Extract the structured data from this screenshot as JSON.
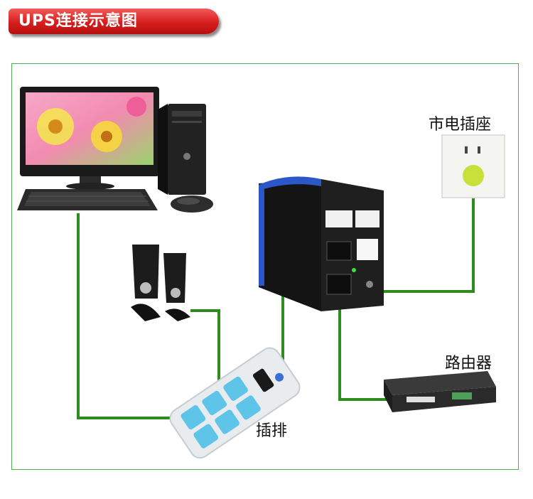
{
  "header": {
    "title": "UPS连接示意图"
  },
  "labels": {
    "wall_socket": "市电插座",
    "router": "路由器",
    "power_strip": "插排"
  },
  "colors": {
    "title_red": "#d81e1e",
    "cable_green": "#2e8b1e",
    "frame_green": "#4caf50",
    "outlet_blue": "#5ec4e8",
    "plug_yellow": "#c8e03a"
  }
}
